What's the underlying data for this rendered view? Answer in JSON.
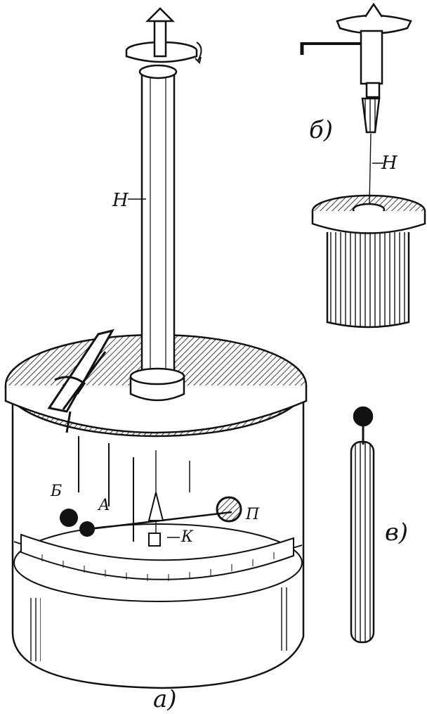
{
  "labels": {
    "panel_a": "a)",
    "panel_b": "б)",
    "panel_v": "в)",
    "thread_main": "Н",
    "thread_detail": "Н",
    "ball_b": "Б",
    "ball_a": "А",
    "ball_p": "П",
    "mirror_k": "К"
  },
  "colors": {
    "ink": "#111111",
    "paper": "#ffffff"
  }
}
